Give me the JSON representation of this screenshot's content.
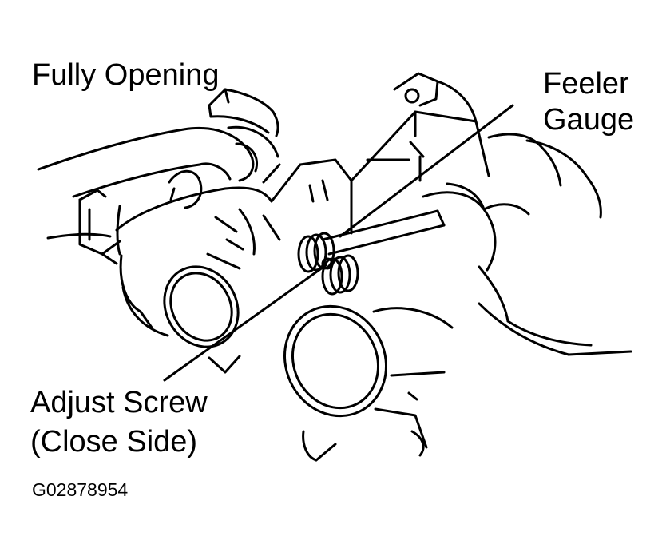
{
  "labels": {
    "fully_opening": "Fully Opening",
    "feeler": "Feeler",
    "gauge": "Gauge",
    "adjust_screw": "Adjust Screw",
    "close_side": "(Close Side)"
  },
  "figure_id": "G02878954",
  "colors": {
    "ink": "#000000",
    "paper": "#ffffff"
  }
}
